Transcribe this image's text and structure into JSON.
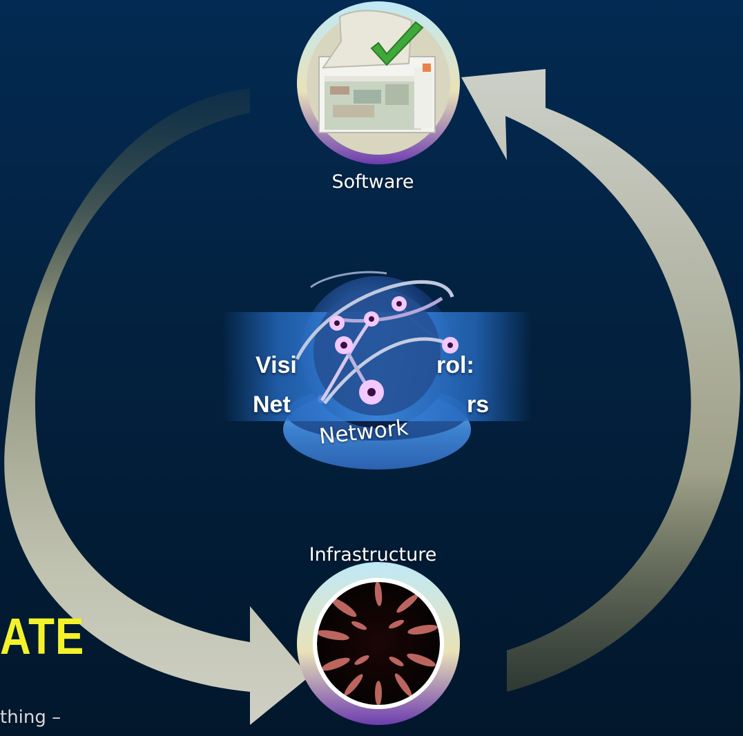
{
  "nodes": {
    "software": {
      "label": "Software",
      "icon": "software-window-checkmark-icon"
    },
    "network": {
      "label": "Network",
      "icon": "network-globe-icon"
    },
    "infrastructure": {
      "label": "Infrastructure",
      "icon": "infrastructure-tunnel-icon"
    }
  },
  "center_band": {
    "line1_left": "Visi",
    "line1_right": "rol:",
    "line2_left": "Net",
    "line2_right": "rs"
  },
  "brand": {
    "wordmark": "ATE",
    "tagline": "thing –"
  },
  "colors": {
    "background": "#032a52",
    "arrow": "#c9cabb",
    "brand_yellow": "#f3f22a",
    "node_rim_top": "#bde8f5",
    "node_rim_bottom": "#6a3fae"
  }
}
